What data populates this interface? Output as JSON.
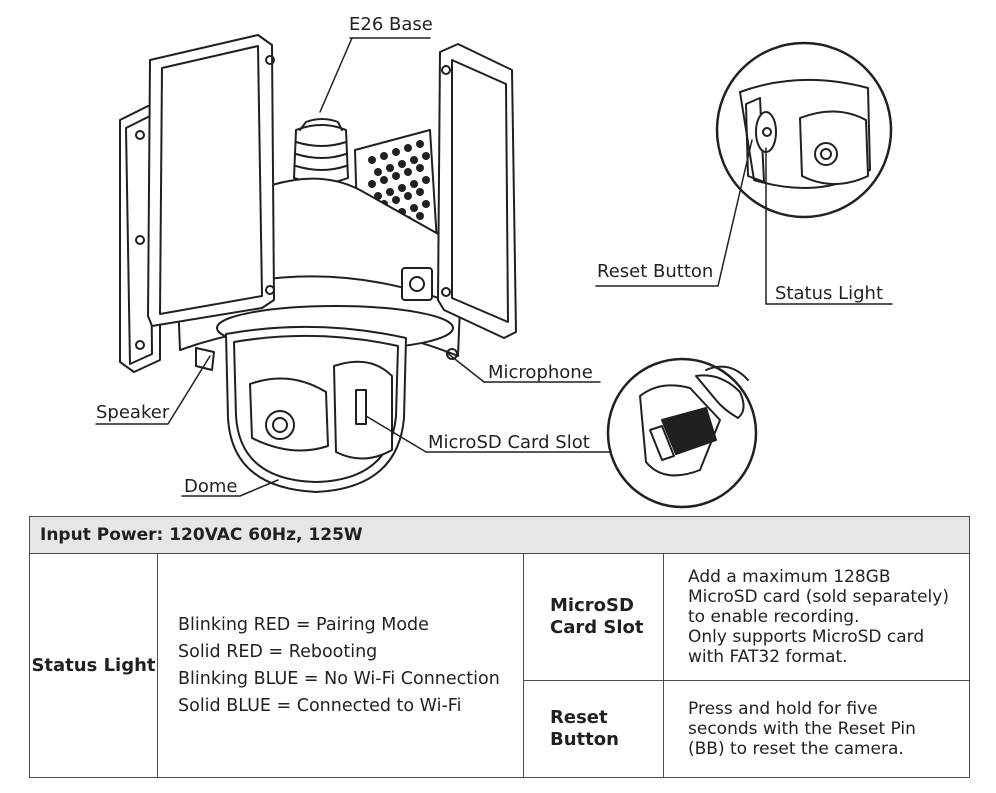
{
  "callouts": {
    "e26_base": "E26 Base",
    "reset_button": "Reset Button",
    "status_light": "Status Light",
    "microphone": "Microphone",
    "speaker": "Speaker",
    "microsd_card_slot": "MicroSD Card Slot",
    "dome": "Dome"
  },
  "table": {
    "header": "Input Power: 120VAC 60Hz, 125W",
    "status_light": {
      "label": "Status Light",
      "lines": [
        "Blinking RED = Pairing Mode",
        "Solid RED = Rebooting",
        "Blinking BLUE = No Wi-Fi Connection",
        "Solid BLUE = Connected to Wi-Fi"
      ]
    },
    "microsd": {
      "label_line1": "MicroSD",
      "label_line2": "Card Slot",
      "lines": [
        "Add a maximum 128GB",
        "MicroSD card (sold separately)",
        "to enable recording.",
        "Only supports MicroSD card",
        "with FAT32 format."
      ]
    },
    "reset": {
      "label_line1": "Reset",
      "label_line2": "Button",
      "lines": [
        "Press and hold for five",
        "seconds with the Reset Pin",
        "(BB) to reset the camera."
      ]
    }
  }
}
